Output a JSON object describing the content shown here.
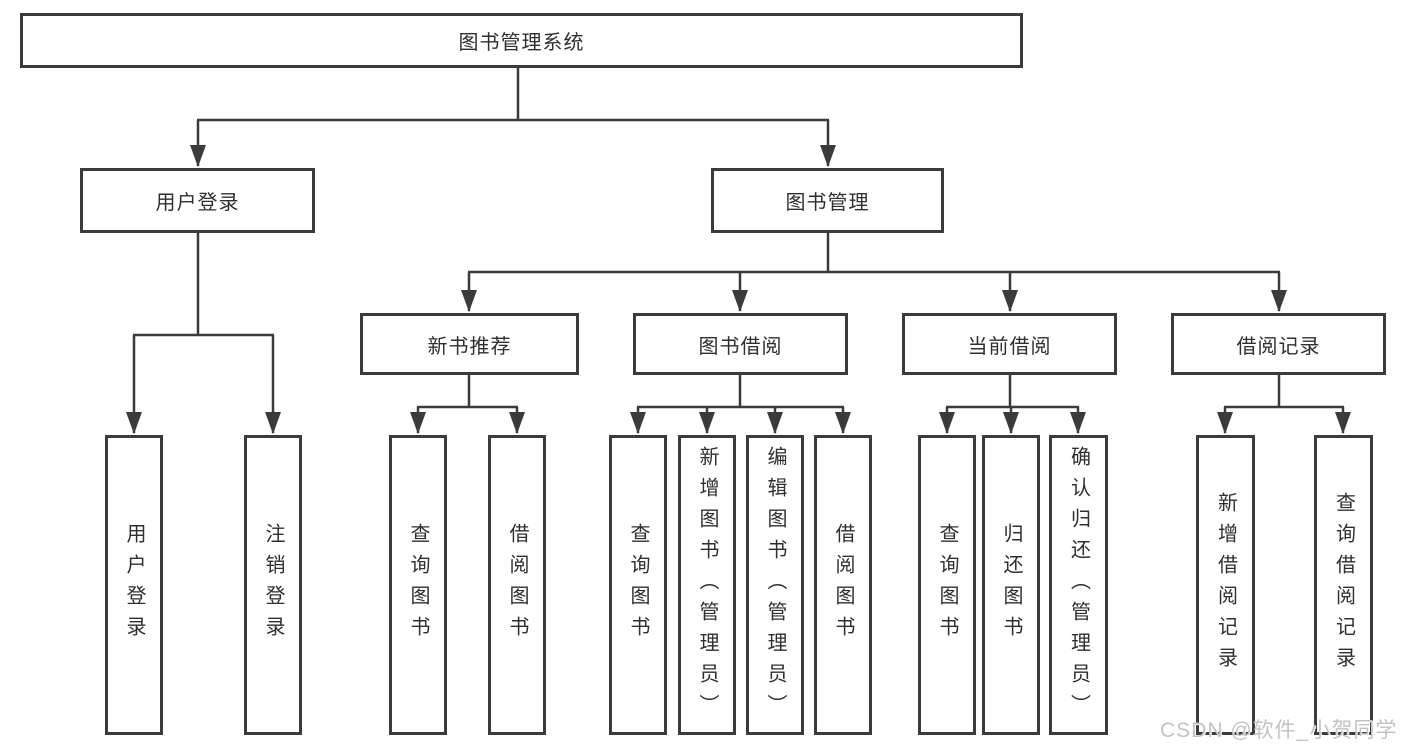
{
  "tree": {
    "label": "图书管理系统",
    "children": [
      {
        "label": "用户登录",
        "children": [
          {
            "label": "用户登录"
          },
          {
            "label": "注销登录"
          }
        ]
      },
      {
        "label": "图书管理",
        "children": [
          {
            "label": "新书推荐",
            "children": [
              {
                "label": "查询图书"
              },
              {
                "label": "借阅图书"
              }
            ]
          },
          {
            "label": "图书借阅",
            "children": [
              {
                "label": "查询图书"
              },
              {
                "label": "新增图书（管理员）"
              },
              {
                "label": "编辑图书（管理员）"
              },
              {
                "label": "借阅图书"
              }
            ]
          },
          {
            "label": "当前借阅",
            "children": [
              {
                "label": "查询图书"
              },
              {
                "label": "归还图书"
              },
              {
                "label": "确认归还（管理员）"
              }
            ]
          },
          {
            "label": "借阅记录",
            "children": [
              {
                "label": "新增借阅记录"
              },
              {
                "label": "查询借阅记录"
              }
            ]
          }
        ]
      }
    ]
  },
  "watermark": {
    "text": "CSDN @软件_小贺同学"
  },
  "colors": {
    "line": "#3b3b3b",
    "box_border": "#3b3b3b",
    "text": "#2f2f2f",
    "watermark": "#c3c3c3",
    "background": "#ffffff"
  }
}
